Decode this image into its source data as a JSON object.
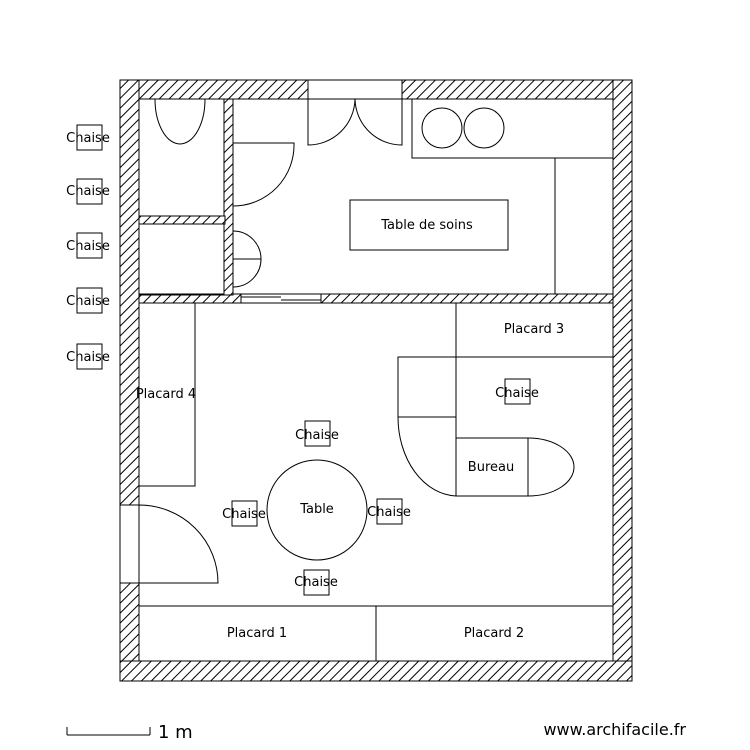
{
  "plan": {
    "labels": {
      "table_de_soins": "Table de soins",
      "placard_1": "Placard 1",
      "placard_2": "Placard 2",
      "placard_3": "Placard 3",
      "placard_4": "Placard 4",
      "bureau": "Bureau",
      "table": "Table"
    },
    "chairs": {
      "outside_1": "Chaise",
      "outside_2": "Chaise",
      "outside_3": "Chaise",
      "outside_4": "Chaise",
      "outside_5": "Chaise",
      "desk": "Chaise",
      "table_top": "Chaise",
      "table_left": "Chaise",
      "table_right": "Chaise",
      "table_bottom": "Chaise"
    }
  },
  "scale_bar": {
    "label": "1 m"
  },
  "footer": {
    "site": "www.archifacile.fr"
  },
  "colors": {
    "line": "#000000",
    "background": "#ffffff"
  }
}
